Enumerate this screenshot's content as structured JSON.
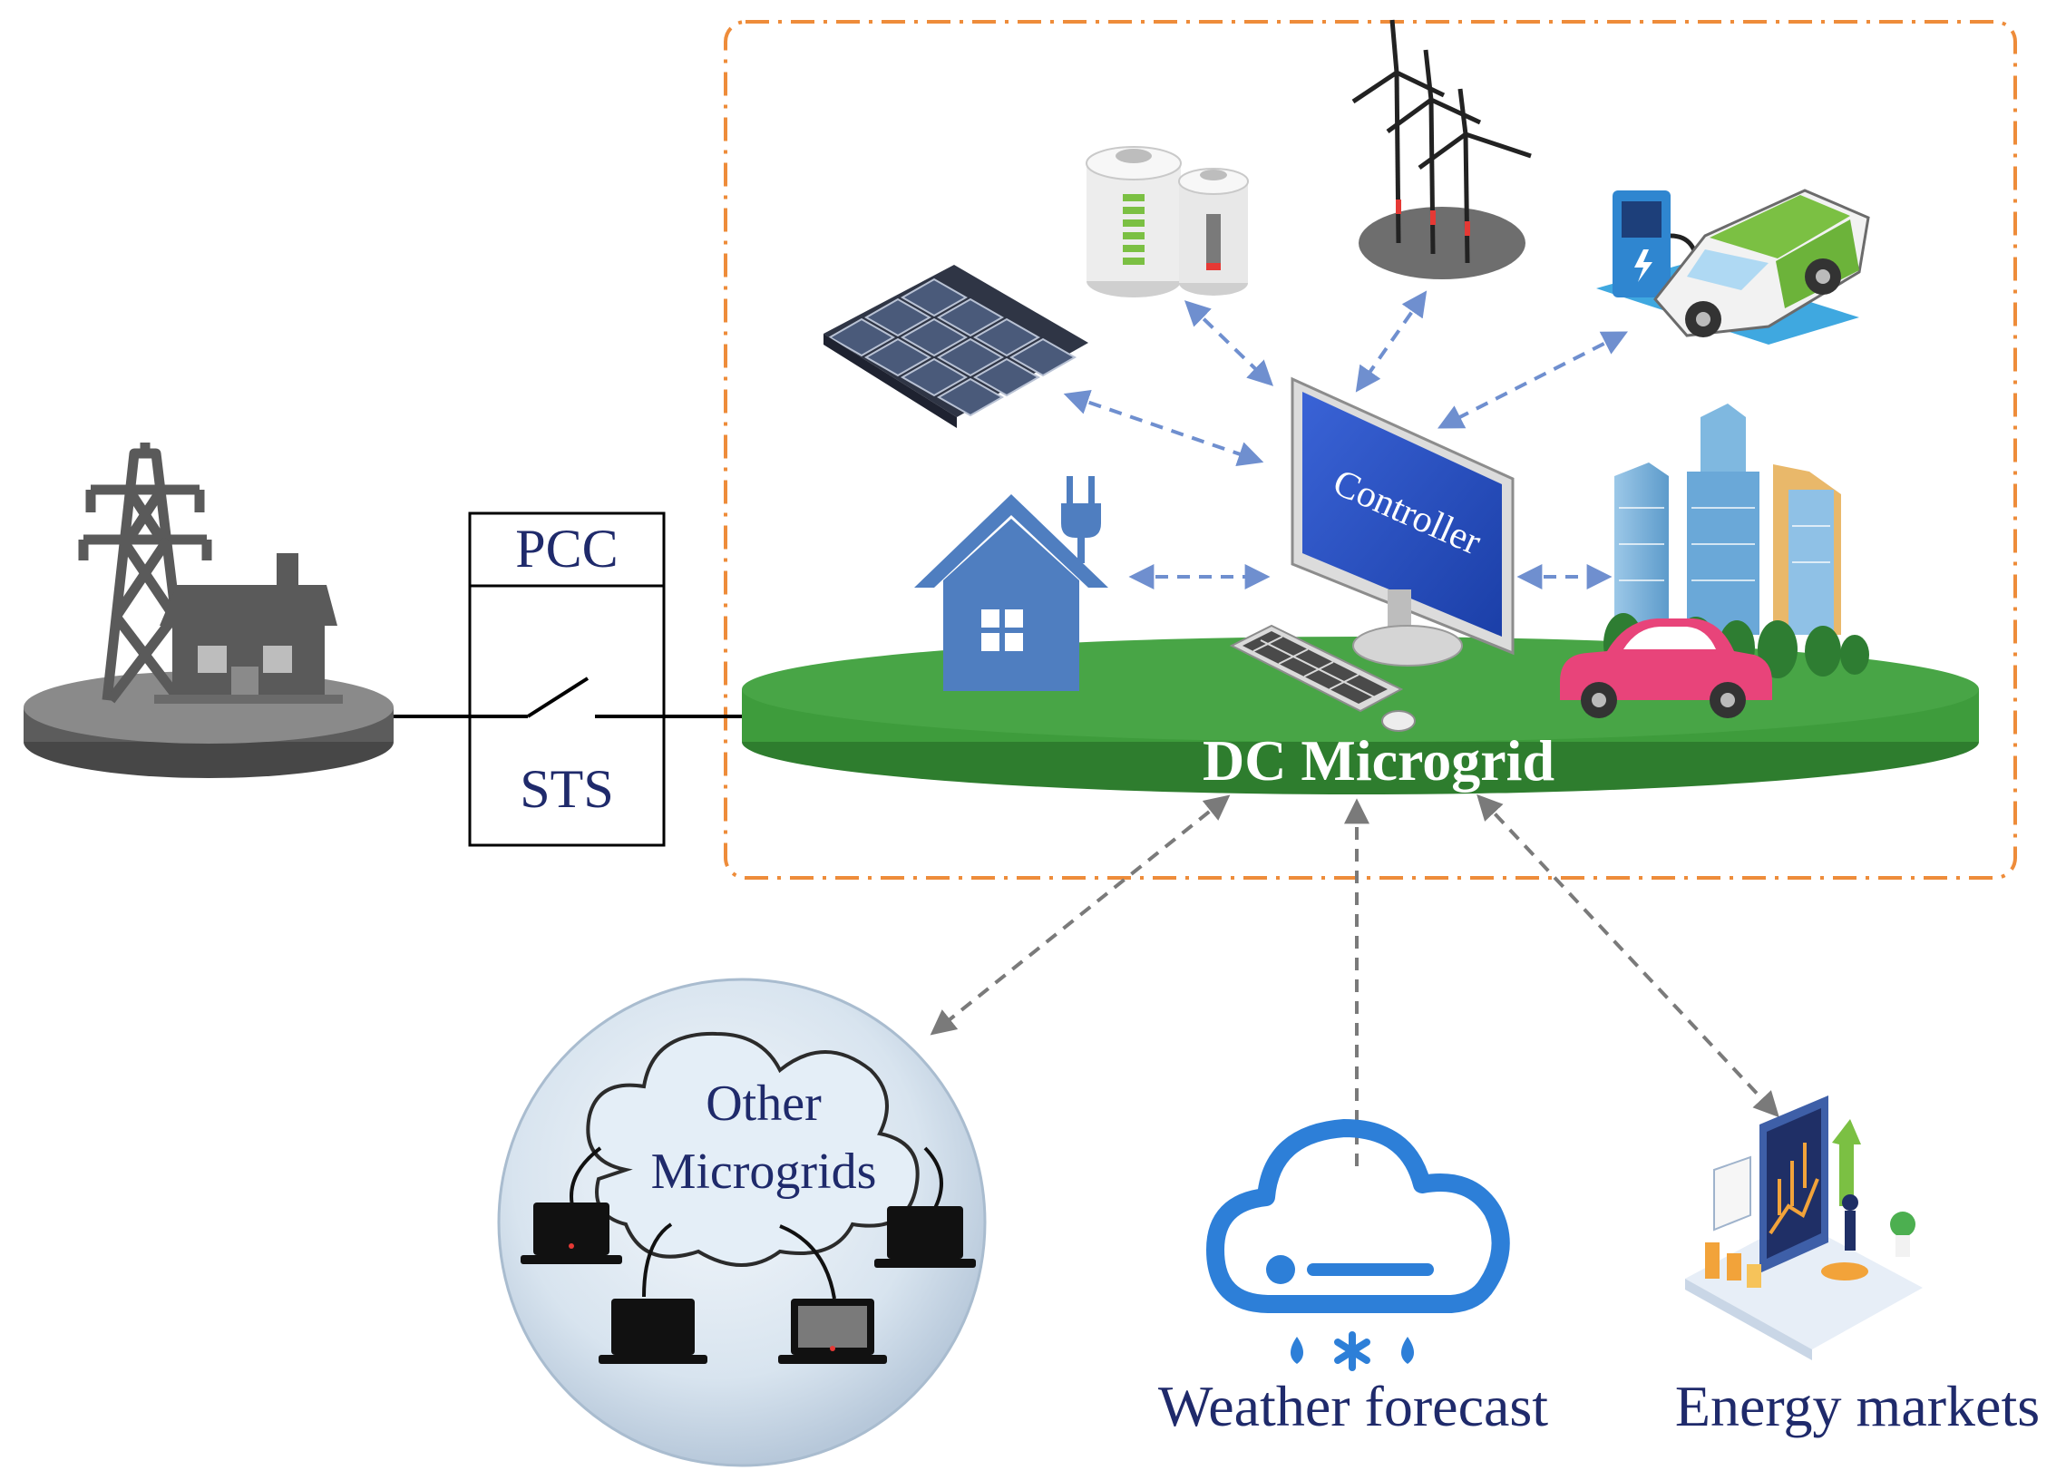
{
  "pcc": {
    "top_label": "PCC",
    "bottom_label": "STS"
  },
  "microgrid": {
    "label": "DC Microgrid",
    "controller_label": "Controller"
  },
  "other_microgrids": {
    "line1": "Other",
    "line2": "Microgrids"
  },
  "weather": {
    "label": "Weather forecast"
  },
  "markets": {
    "label": "Energy markets"
  },
  "colors": {
    "boundary": "#EE8C3A",
    "ground_green": "#3E9C3C",
    "ground_green_dark": "#2E7D2E",
    "label_navy": "#1F2A6B",
    "arrow_blue": "#6F8FCF",
    "arrow_gray": "#7A7A7A",
    "grid_gray": "#5A5A5A",
    "weather_blue": "#2D7FD8"
  },
  "icons": [
    "transmission-tower-icon",
    "house-icon",
    "switch-icon",
    "solar-panel-icon",
    "battery-icon",
    "wind-turbine-icon",
    "ev-charger-icon",
    "car-icon",
    "monitor-icon",
    "keyboard-icon",
    "mouse-icon",
    "smart-home-icon",
    "buildings-icon",
    "cloud-icon",
    "laptop-icon",
    "weather-cloud-icon",
    "market-dashboard-icon"
  ]
}
